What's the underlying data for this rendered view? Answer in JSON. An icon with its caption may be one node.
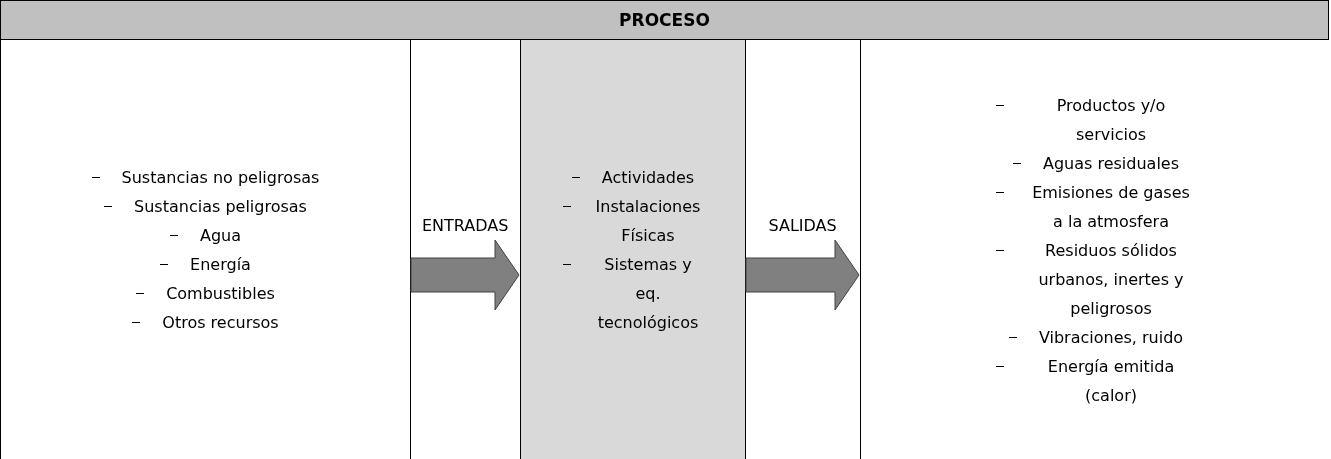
{
  "diagram": {
    "title": "PROCESO",
    "nodes": [
      {
        "text": [
          "Sustancias no peligrosas",
          "Sustancias peligrosas",
          "Agua",
          "Energía",
          "Combustibles",
          "Otros recursos"
        ]
      },
      {
        "text": [
          "Actividades",
          "Instalaciones Físicas",
          "Sistemas y eq. tecnológicos"
        ]
      },
      {
        "text": [
          "Productos y/o servicios",
          "Aguas residuales",
          "Emisiones de gases a la atmosfera",
          "Residuos sólidos urbanos, inertes y peligrosos",
          "Vibraciones, ruido",
          "Energía emitida (calor)"
        ]
      }
    ],
    "edges": [
      {
        "from": 0,
        "to": 1,
        "arrow": "to",
        "label": "ENTRADAS"
      },
      {
        "from": 1,
        "to": 2,
        "arrow": "to",
        "label": "SALIDAS"
      }
    ]
  }
}
